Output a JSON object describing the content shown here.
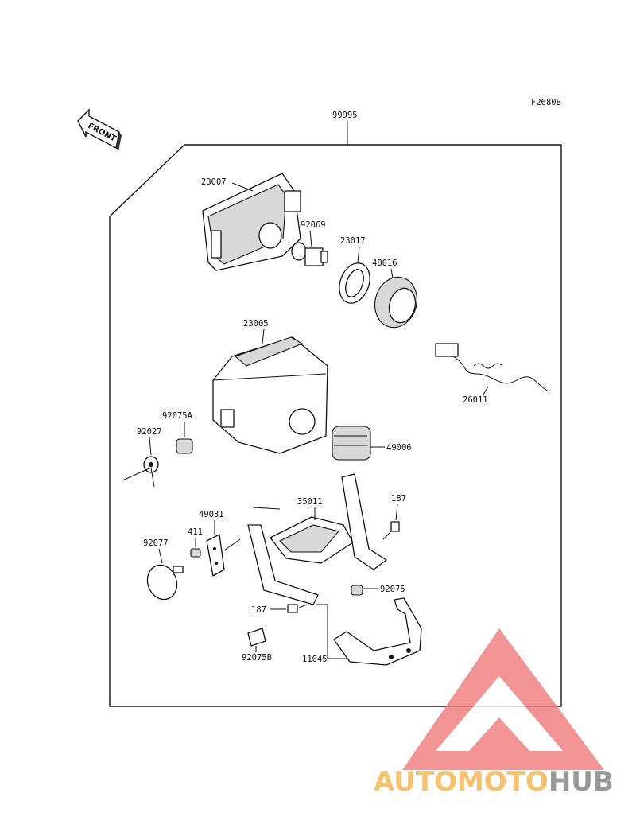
{
  "figure_code": "F2680B",
  "assembly_number": "99995",
  "front_label": "FRONT",
  "parts": [
    "23007",
    "92069",
    "23017",
    "48016",
    "23005",
    "26011",
    "92075A",
    "92027",
    "49006",
    "35011",
    "187",
    "49031",
    "411",
    "92077",
    "92075",
    "187",
    "92075B",
    "11045"
  ],
  "watermark": {
    "part1": "AUTOMOTO",
    "part2": "HUB",
    "color1": "#f6b24a",
    "color2": "#808080",
    "logo_color": "#f07a7a"
  }
}
